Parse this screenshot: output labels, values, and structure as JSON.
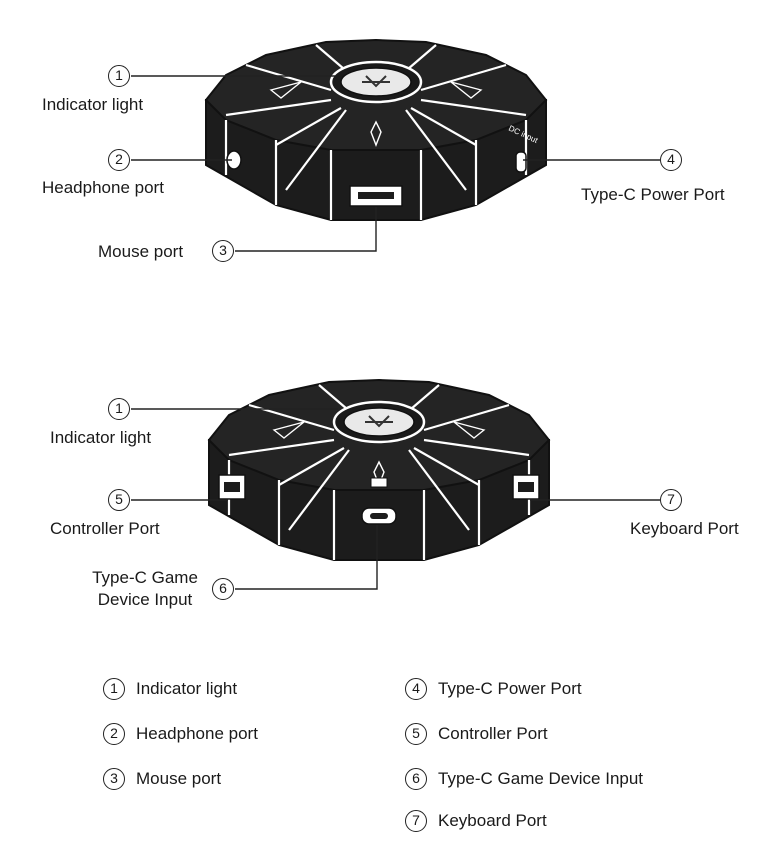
{
  "top_view": {
    "callouts": [
      {
        "number": "1",
        "label": "Indicator light"
      },
      {
        "number": "2",
        "label": "Headphone port"
      },
      {
        "number": "3",
        "label": "Mouse port"
      },
      {
        "number": "4",
        "label": "Type-C Power Port"
      }
    ],
    "device_marks": {
      "side_port_text": "DC input"
    }
  },
  "bottom_view": {
    "callouts": [
      {
        "number": "1",
        "label": "Indicator light"
      },
      {
        "number": "5",
        "label": "Controller Port"
      },
      {
        "number": "6",
        "label": "Type-C Game\nDevice Input"
      },
      {
        "number": "7",
        "label": "Keyboard Port"
      }
    ]
  },
  "legend": [
    {
      "number": "1",
      "label": "Indicator light"
    },
    {
      "number": "2",
      "label": "Headphone port"
    },
    {
      "number": "3",
      "label": "Mouse port"
    },
    {
      "number": "4",
      "label": "Type-C Power Port"
    },
    {
      "number": "5",
      "label": "Controller Port"
    },
    {
      "number": "6",
      "label": "Type-C Game Device Input"
    },
    {
      "number": "7",
      "label": "Keyboard Port"
    }
  ]
}
